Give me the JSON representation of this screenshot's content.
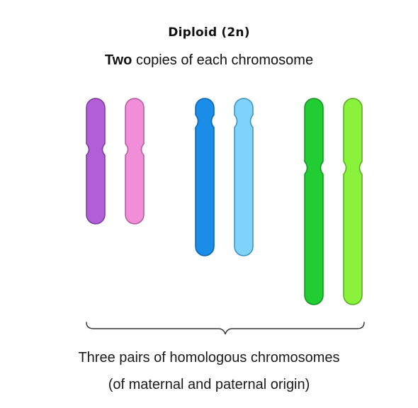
{
  "title": "Diploid (2n)",
  "subtitle": {
    "bold": "Two",
    "rest": " copies of each chromosome"
  },
  "caption": {
    "line1": "Three pairs of homologous chromosomes",
    "line2": "(of maternal and paternal origin)"
  },
  "chromosome_pairs": [
    {
      "maternal": {
        "fill": "#b05fd6",
        "stroke": "#7a3a99"
      },
      "paternal": {
        "fill": "#f08fd8",
        "stroke": "#b05a9e"
      }
    },
    {
      "maternal": {
        "fill": "#1a8de8",
        "stroke": "#0b63aa"
      },
      "paternal": {
        "fill": "#7fd3fb",
        "stroke": "#3a8fbd"
      }
    },
    {
      "maternal": {
        "fill": "#22cc33",
        "stroke": "#129122"
      },
      "paternal": {
        "fill": "#8af23a",
        "stroke": "#56a822"
      }
    }
  ]
}
